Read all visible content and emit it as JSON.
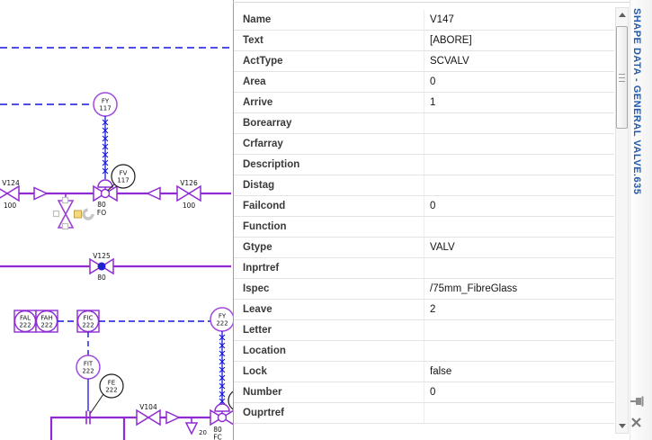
{
  "panel": {
    "title": "SHAPE DATA - GENERAL VALVE.635",
    "rows": [
      {
        "label": "Name",
        "value": "V147"
      },
      {
        "label": "Text",
        "value": "[ABORE]"
      },
      {
        "label": "ActType",
        "value": "SCVALV"
      },
      {
        "label": "Area",
        "value": "0"
      },
      {
        "label": "Arrive",
        "value": "1"
      },
      {
        "label": "Borearray",
        "value": ""
      },
      {
        "label": "Crfarray",
        "value": ""
      },
      {
        "label": "Description",
        "value": ""
      },
      {
        "label": "Distag",
        "value": ""
      },
      {
        "label": "Failcond",
        "value": "0"
      },
      {
        "label": "Function",
        "value": ""
      },
      {
        "label": "Gtype",
        "value": "VALV"
      },
      {
        "label": "Inprtref",
        "value": ""
      },
      {
        "label": "Ispec",
        "value": "/75mm_FibreGlass"
      },
      {
        "label": "Leave",
        "value": "2"
      },
      {
        "label": "Letter",
        "value": ""
      },
      {
        "label": "Location",
        "value": ""
      },
      {
        "label": "Lock",
        "value": "false"
      },
      {
        "label": "Number",
        "value": "0"
      },
      {
        "label": "Ouprtref",
        "value": ""
      }
    ]
  },
  "diagram": {
    "colors": {
      "pipe": "#8F2BD2",
      "signal": "#1515E0",
      "bubble_black": "#1A1A1A",
      "ball_fill": "#2222CC"
    },
    "labels": {
      "v124": "V124",
      "v124_size": "100",
      "v126": "V126",
      "v126_size": "100",
      "v125": "V125",
      "v125_size": "80",
      "v104": "V104",
      "fv_size": "80",
      "fv_fail": "FO",
      "cv2_size": "80",
      "cv2_fail": "FC",
      "drain_size": "20"
    },
    "instruments": {
      "fy117": [
        "FY",
        "117"
      ],
      "fv117": [
        "FV",
        "117"
      ],
      "fal": [
        "FAL",
        "222"
      ],
      "fah": [
        "FAH",
        "222"
      ],
      "fic": [
        "FIC",
        "222"
      ],
      "fy222": [
        "FY",
        "222"
      ],
      "fit222": [
        "FIT",
        "222"
      ],
      "fe222": [
        "FE",
        "222"
      ]
    }
  }
}
